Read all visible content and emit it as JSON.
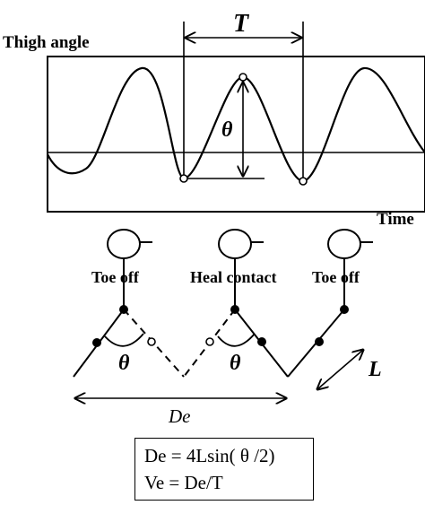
{
  "graph": {
    "y_label": "Thigh angle",
    "x_label": "Time",
    "period_label": "T",
    "amplitude_label": "θ"
  },
  "gait": {
    "labels": [
      "Toe off",
      "Heal contact",
      "Toe off"
    ],
    "angle_label_left": "θ",
    "angle_label_right": "θ",
    "leg_length_label": "L",
    "distance_label": "De"
  },
  "formulas": [
    "De = 4Lsin( θ /2)",
    "Ve = De/T"
  ]
}
